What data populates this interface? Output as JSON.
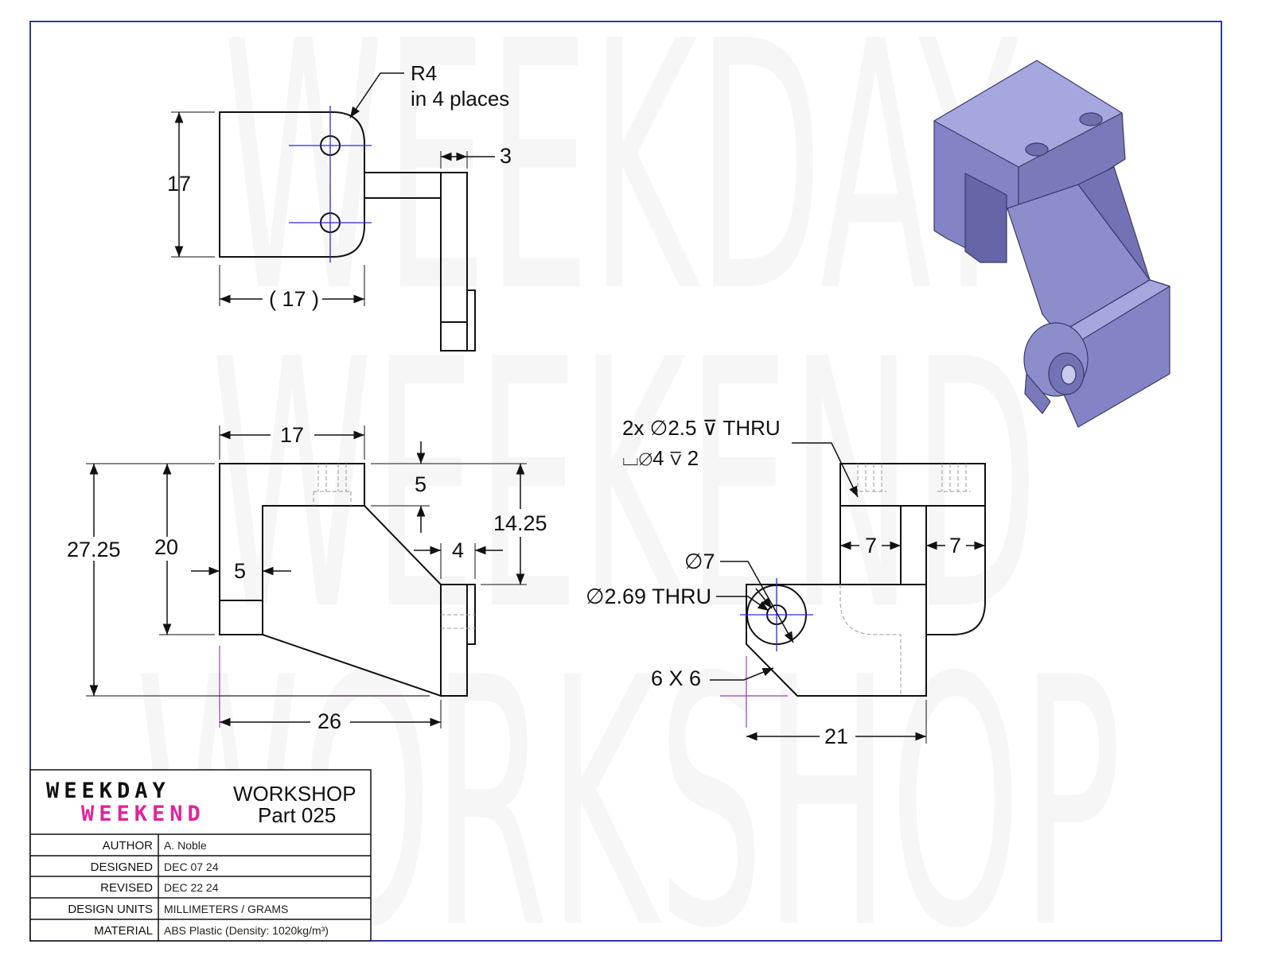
{
  "watermark": {
    "lines": [
      "WEEKDAY",
      "WEEKEND",
      "WORKSHOP"
    ]
  },
  "colors": {
    "border": "#2e3aa8",
    "centerline": "#2d2ad9",
    "reference": "#9b3fb0",
    "iso_top": "#a7a7e0",
    "iso_side": "#8383c5",
    "iso_dark": "#6565a8",
    "logo_pink": "#e0249b",
    "logo_dark": "#111111"
  },
  "views": {
    "top": {
      "note_line1": "R4",
      "note_line2": "in 4 places",
      "dim_height": "17",
      "dim_width": "( 17 )",
      "dim_wall": "3"
    },
    "front": {
      "dim_top_width": "17",
      "dim_total_height": "27.25",
      "dim_upper_height": "20",
      "dim_left_wall": "5",
      "dim_notch": "5",
      "dim_right_height": "14.25",
      "dim_tab": "4",
      "dim_base": "26"
    },
    "side": {
      "hole_callout_line1": "2x ∅2.5 ⊽ THRU",
      "hole_callout_line2": "⌴∅4 ⊽ 2",
      "dim_gap_left": "7",
      "dim_gap_right": "7",
      "dim_boss": "∅7",
      "dim_pin": "∅2.69 THRU",
      "dim_chamfer": "6 X 6",
      "dim_width": "21"
    }
  },
  "title_block": {
    "logo_line1": "WEEKDAY",
    "logo_line2": "WEEKEND",
    "title": "WORKSHOP",
    "part": "Part 025",
    "rows": [
      {
        "label": "AUTHOR",
        "value": "A. Noble"
      },
      {
        "label": "DESIGNED",
        "value": "DEC 07 24"
      },
      {
        "label": "REVISED",
        "value": "DEC 22 24"
      },
      {
        "label": "DESIGN UNITS",
        "value": "MILLIMETERS / GRAMS"
      },
      {
        "label": "MATERIAL",
        "value": "ABS Plastic (Density: 1020kg/m³)"
      }
    ]
  }
}
